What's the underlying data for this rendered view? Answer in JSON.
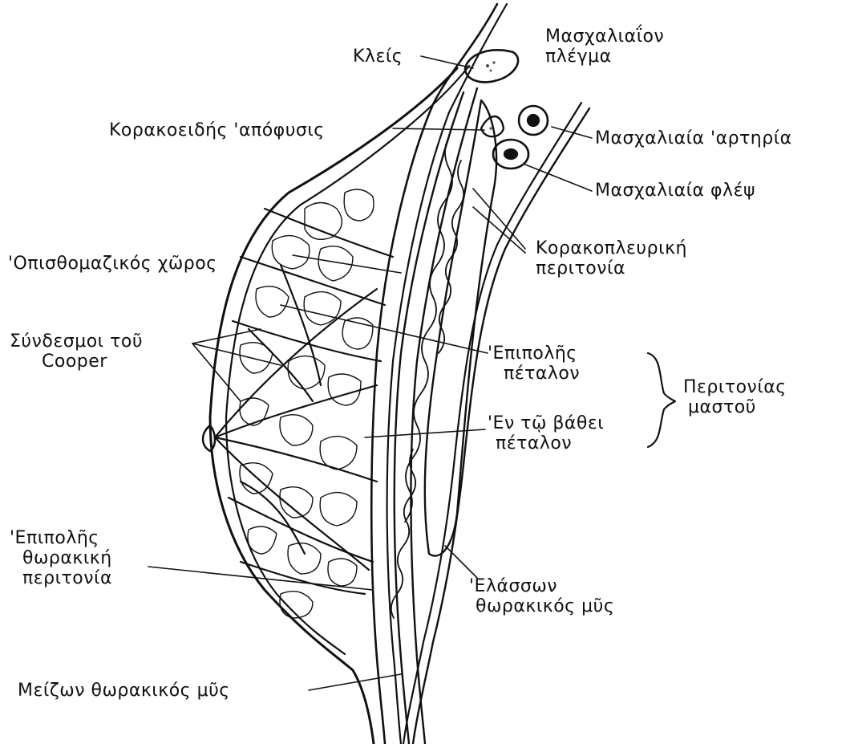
{
  "colors": {
    "ink": "#111111",
    "paper": "#ffffff",
    "muscle_shade": "#4a4a4a"
  },
  "labels": {
    "clavicle": "Κλείς",
    "axillary_plexus": [
      "Μασχαλιαΐον",
      "πλέγμα"
    ],
    "coracoid_process": "Κορακοειδής 'απόφυσις",
    "axillary_artery": "Μασχαλιαία 'αρτηρία",
    "axillary_vein": "Μασχαλιαία φλέψ",
    "clavipectoral_fascia": [
      "Κορακοπλευρική",
      "περιτονία"
    ],
    "retromammary_space": "'Οπισθομαζικός χῶρος",
    "cooper_ligaments": [
      "Σύνδεσμοι τοῦ",
      "Cooper"
    ],
    "superficial_layer": [
      "'Επιπολῆς",
      "πέταλον"
    ],
    "breast_fascia": [
      "Περιτονίας",
      "μαστοῦ"
    ],
    "deep_layer": [
      "'Εν τῷ βάθει",
      "πέταλον"
    ],
    "superficial_thoracic_fascia": [
      "'Επιπολῆς",
      "θωρακική",
      "περιτονία"
    ],
    "pectoralis_minor": [
      "'Ελάσσων",
      "θωρακικός μῦς"
    ],
    "pectoralis_major": "Μείζων θωρακικός μῦς"
  }
}
